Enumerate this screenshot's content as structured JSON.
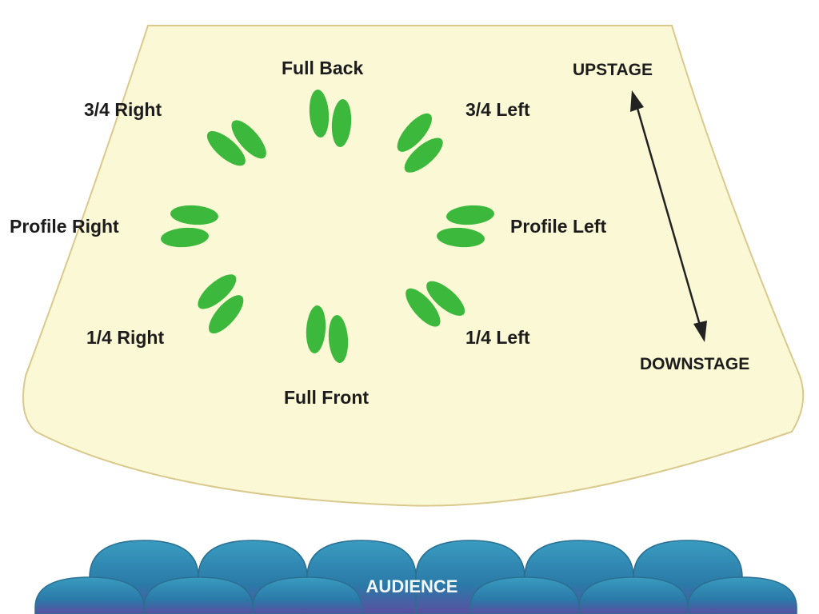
{
  "positions": {
    "full_back": "Full Back",
    "three_quarter_right": "3/4 Right",
    "three_quarter_left": "3/4 Left",
    "profile_right": "Profile Right",
    "profile_left": "Profile Left",
    "quarter_right": "1/4 Right",
    "quarter_left": "1/4 Left",
    "full_front": "Full Front"
  },
  "directions": {
    "upstage": "UPSTAGE",
    "downstage": "DOWNSTAGE"
  },
  "audience": {
    "label": "AUDIENCE"
  },
  "colors": {
    "stage_fill": "#fbf8d6",
    "stage_border": "#d9c98c",
    "footprint": "#3cb83c",
    "audience_top": "#2f8fb4",
    "audience_bottom": "#5a4fa0",
    "arrow": "#222222"
  },
  "icons": [
    "footprints-icon",
    "double-arrow-icon",
    "audience-heads-icon"
  ]
}
